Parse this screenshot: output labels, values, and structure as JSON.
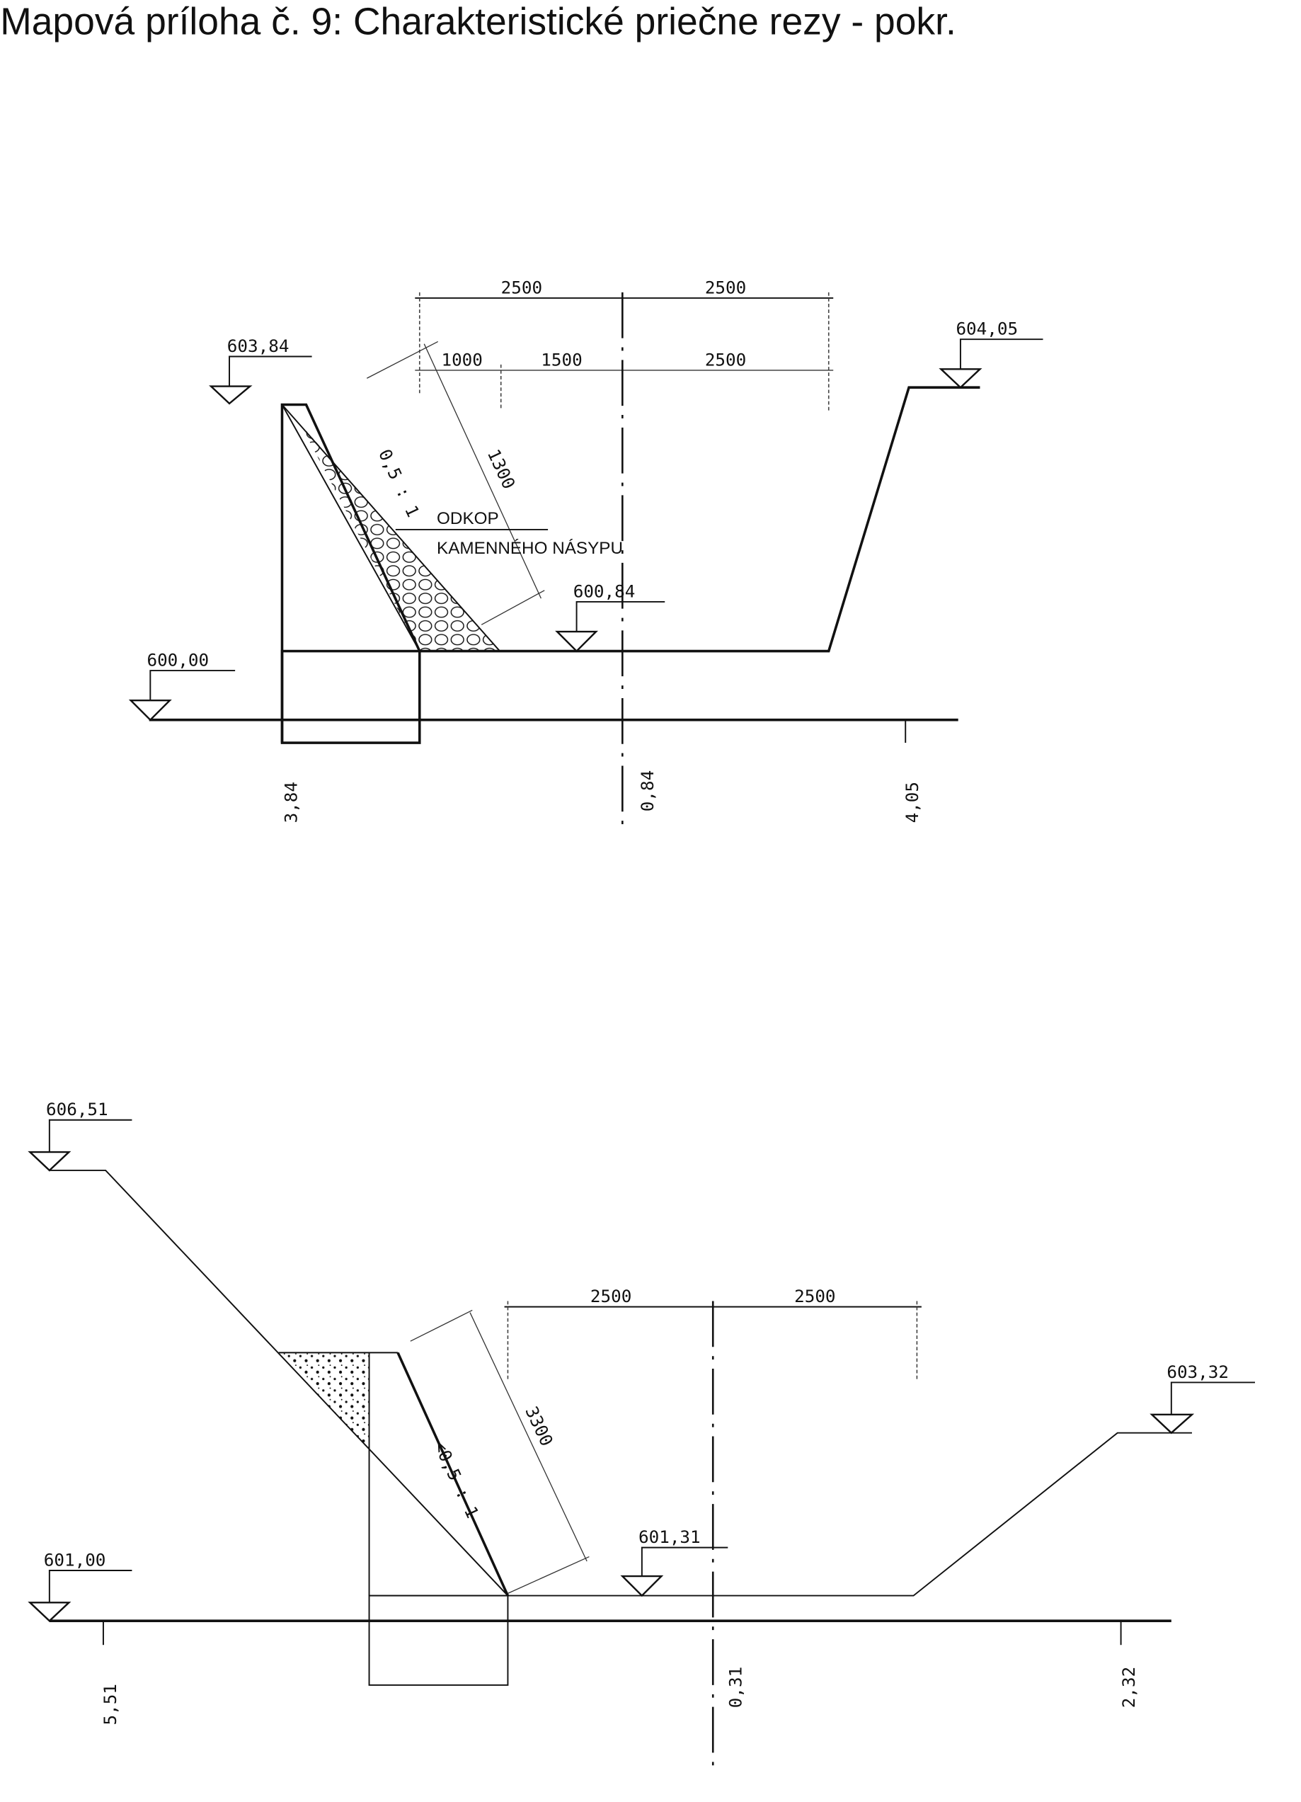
{
  "title": "Mapová príloha č. 9: Charakteristické priečne rezy - pokr.",
  "section1": {
    "dims_top": [
      "2500",
      "2500"
    ],
    "dims_second": [
      "1000",
      "1500",
      "2500"
    ],
    "slope_length": "1300",
    "slope_ratio": "0,5 : 1",
    "note_line1": "ODKOP",
    "note_line2": "KAMENNÉHO NÁSYPU",
    "levels": {
      "left_top": "603,84",
      "right_top": "604,05",
      "bottom": "600,84",
      "datum": "600,00"
    },
    "heights": [
      "3,84",
      "0,84",
      "4,05"
    ]
  },
  "section2": {
    "dims_top": [
      "2500",
      "2500"
    ],
    "slope_length": "3300",
    "slope_ratio": "<0,5 : 1",
    "levels": {
      "left_top": "606,51",
      "right_top": "603,32",
      "bottom": "601,31",
      "datum": "601,00"
    },
    "heights": [
      "5,51",
      "0,31",
      "2,32"
    ]
  }
}
